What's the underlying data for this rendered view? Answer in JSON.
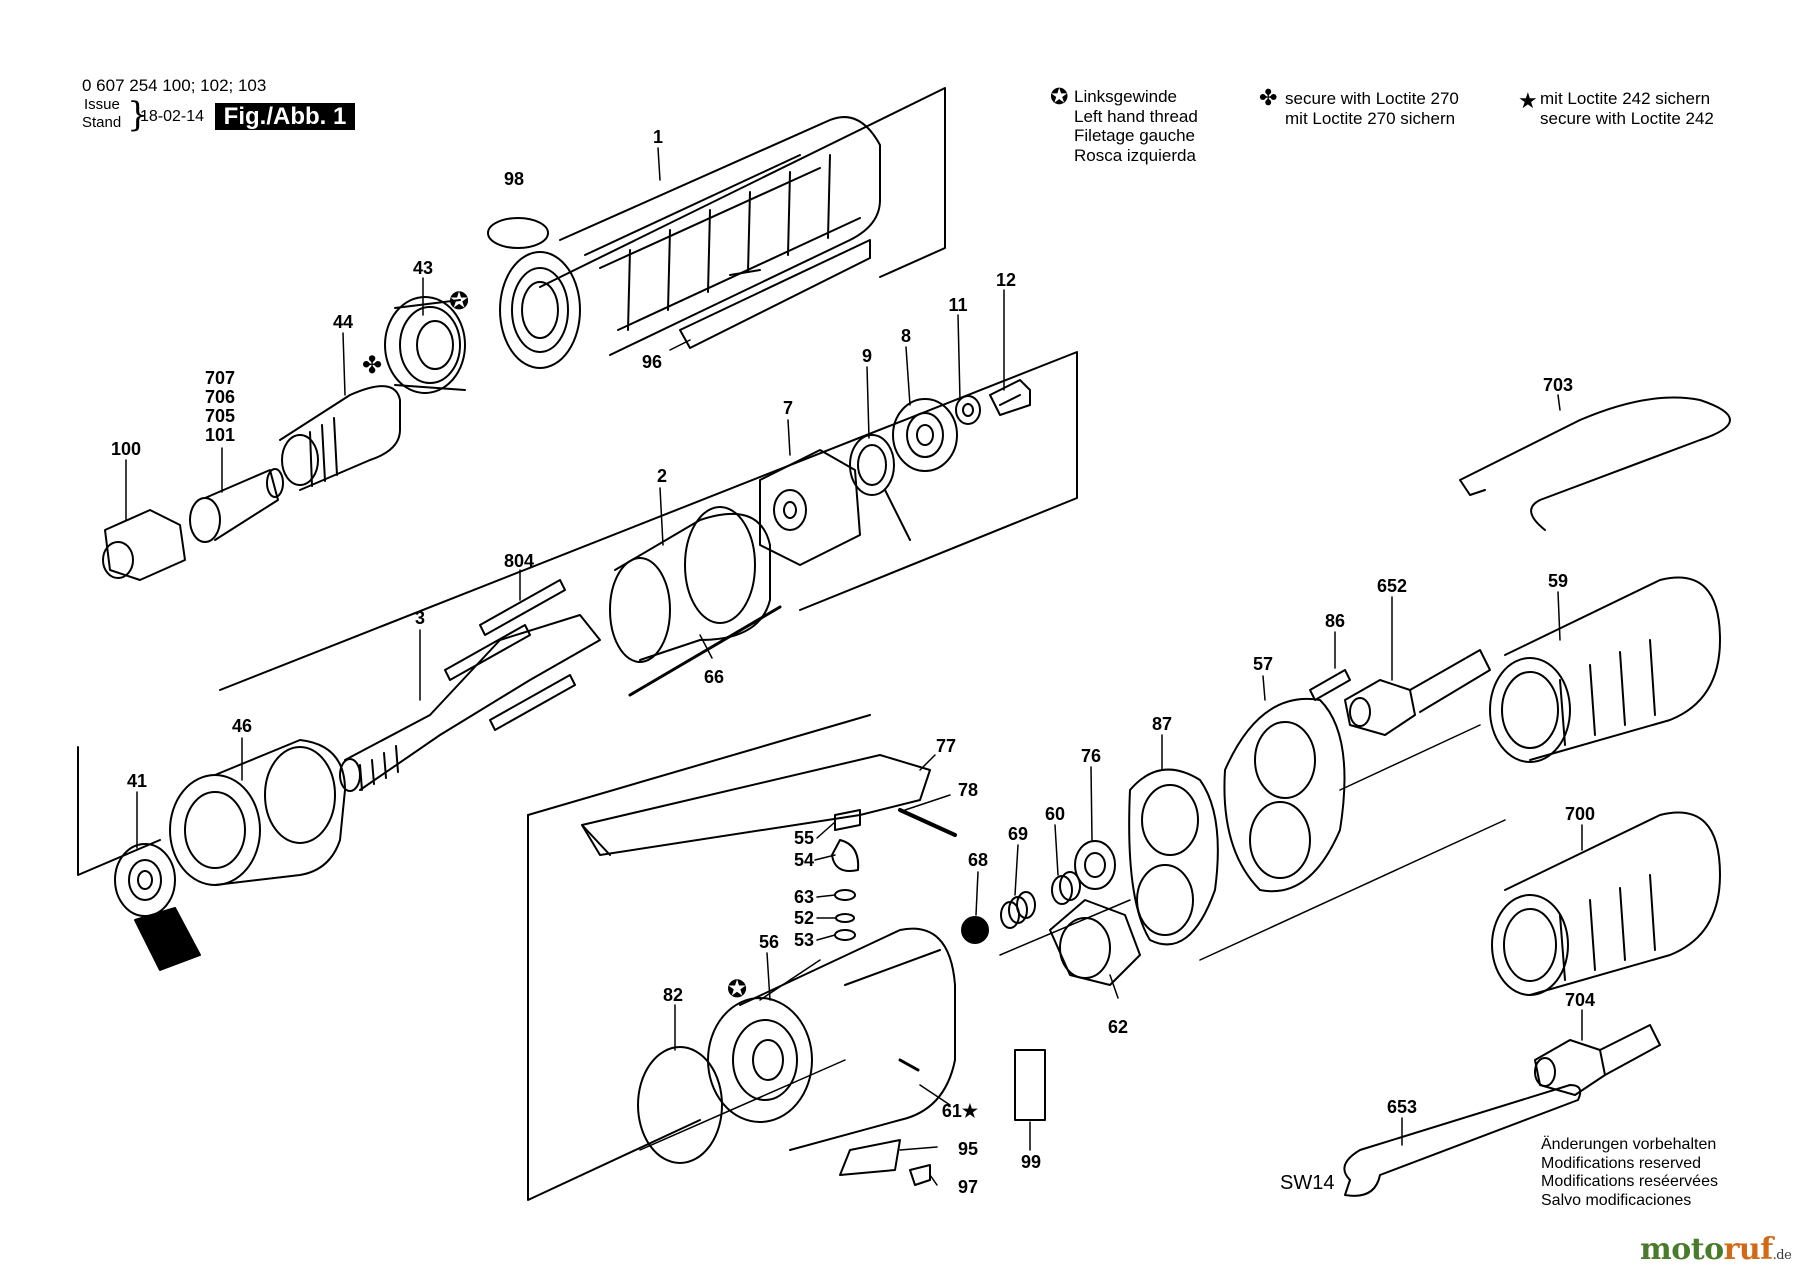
{
  "header": {
    "part_numbers": "0 607 254 100; 102; 103",
    "issue_label": "Issue",
    "stand_label": "Stand",
    "date": "18-02-14",
    "figure": "Fig./Abb. 1"
  },
  "legend": [
    {
      "icon": "left-hand-thread-icon",
      "symbol": "✪",
      "lines": [
        "Linksgewinde",
        "Left hand thread",
        "Filetage gauche",
        "Rosca izquierda"
      ]
    },
    {
      "icon": "loctite-270-icon",
      "symbol": "✤",
      "lines": [
        "secure with Loctite 270",
        "mit Loctite 270 sichern"
      ]
    },
    {
      "icon": "loctite-242-icon",
      "symbol": "★",
      "lines": [
        "mit Loctite 242 sichern",
        "secure with Loctite 242"
      ]
    }
  ],
  "callouts": [
    "1",
    "98",
    "43",
    "44",
    "707",
    "706",
    "705",
    "101",
    "100",
    "96",
    "12",
    "11",
    "8",
    "9",
    "7",
    "2",
    "804",
    "3",
    "66",
    "46",
    "41",
    "703",
    "652",
    "59",
    "86",
    "57",
    "87",
    "77",
    "78",
    "76",
    "60",
    "69",
    "68",
    "55",
    "54",
    "63",
    "52",
    "53",
    "56",
    "82",
    "62",
    "700",
    "704",
    "61★",
    "99",
    "95",
    "97",
    "653"
  ],
  "notes": {
    "modifications": [
      "Änderungen vorbehalten",
      "Modifications reserved",
      "Modifications reséervées",
      "Salvo modificaciones"
    ],
    "wrench_size": "SW14"
  },
  "watermark": {
    "part1": "moto",
    "part2": "ruf",
    "suffix": ".de"
  }
}
